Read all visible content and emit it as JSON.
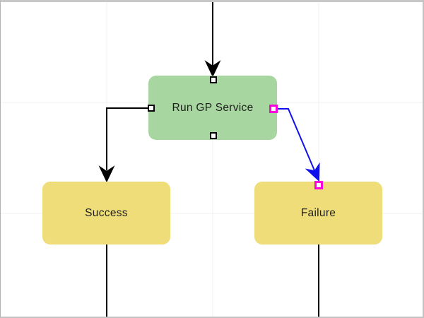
{
  "diagram": {
    "nodes": [
      {
        "id": "run-gp-service",
        "label": "Run GP Service",
        "type": "step",
        "fill": "#a8d6a0"
      },
      {
        "id": "success",
        "label": "Success",
        "type": "outcome",
        "fill": "#eedd78"
      },
      {
        "id": "failure",
        "label": "Failure",
        "type": "outcome",
        "fill": "#eedd78"
      }
    ],
    "connectors": [
      {
        "id": "incoming-top",
        "to": "run-gp-service",
        "state": "normal"
      },
      {
        "id": "run-gp-service-to-success",
        "from": "run-gp-service",
        "to": "success",
        "state": "normal"
      },
      {
        "id": "run-gp-service-to-failure",
        "from": "run-gp-service",
        "to": "failure",
        "state": "selected"
      },
      {
        "id": "success-outgoing",
        "from": "success",
        "state": "normal"
      },
      {
        "id": "failure-outgoing",
        "from": "failure",
        "state": "normal"
      }
    ],
    "colors": {
      "connector": "#000000",
      "selected_connector": "#1010ee",
      "selected_port": "#ff00dd",
      "port_fill": "#ffffff",
      "port_border": "#000000",
      "grid": "#f0f0f0",
      "canvas_bg": "#ffffff",
      "canvas_border": "#c2c2c2"
    }
  }
}
